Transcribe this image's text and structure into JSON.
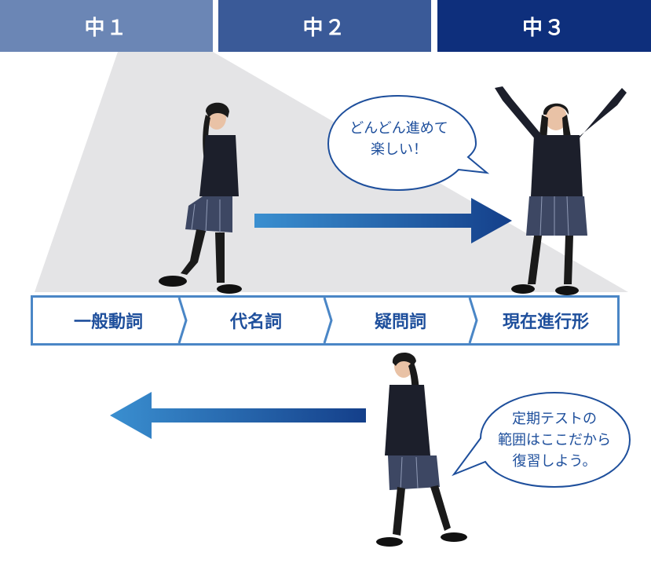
{
  "tabs": [
    {
      "label": "中１",
      "color": "#6b86b5"
    },
    {
      "label": "中２",
      "color": "#3a5a98"
    },
    {
      "label": "中３",
      "color": "#0e2f7c"
    }
  ],
  "steps": [
    {
      "label": "一般動詞"
    },
    {
      "label": "代名詞"
    },
    {
      "label": "疑問詞"
    },
    {
      "label": "現在進行形"
    }
  ],
  "bubbles": {
    "forward": "どんどん進めて\n楽しい！",
    "review": "定期テストの\n範囲はここだから\n復習しよう。"
  },
  "arrows": {
    "forward_direction": "right",
    "review_direction": "left"
  },
  "colors": {
    "step_border": "#4a86c6",
    "step_text": "#1e4f9c",
    "wedge": "#e4e4e6",
    "arrow_light": "#3a8fd0",
    "arrow_dark": "#143f8a",
    "uniform": "#1c1f2b"
  }
}
